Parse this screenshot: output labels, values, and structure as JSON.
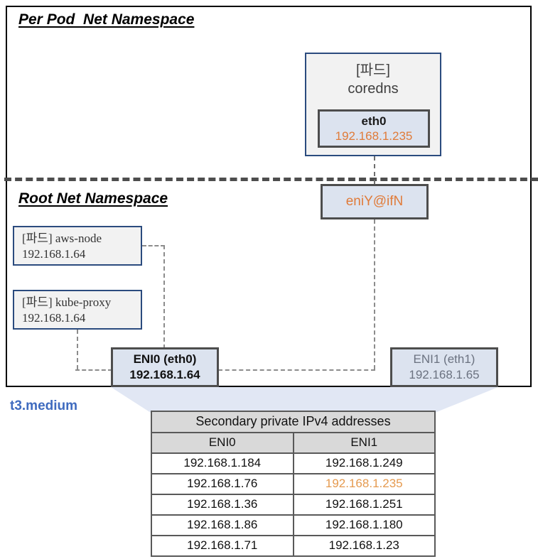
{
  "diagram": {
    "namespaces": {
      "pod": {
        "title": "Per Pod  Net Namespace"
      },
      "root": {
        "title": "Root Net Namespace"
      }
    },
    "pod": {
      "label_bracket": "[파드]",
      "name": "coredns",
      "interface": {
        "name": "eth0",
        "ip": "192.168.1.235"
      }
    },
    "veth": {
      "label": "eniY@ifN"
    },
    "host_pods": [
      {
        "name": "[파드] aws-node",
        "ip": "192.168.1.64"
      },
      {
        "name": "[파드] kube-proxy",
        "ip": "192.168.1.64"
      }
    ],
    "enis": [
      {
        "name": "ENI0 (eth0)",
        "ip": "192.168.1.64"
      },
      {
        "name": "ENI1 (eth1)",
        "ip": "192.168.1.65"
      }
    ],
    "instance_type": "t3.medium",
    "colors": {
      "accent_orange": "#e07b39",
      "accent_blue": "#3f6bbf",
      "box_border_blue": "#2b4b7e",
      "box_border_gray": "#4d4d4d",
      "pod_fill": "#f2f2f2",
      "eni_fill": "#dce3ef",
      "table_header_fill": "#d9d9d9"
    }
  },
  "table": {
    "title": "Secondary private IPv4 addresses",
    "columns": [
      "ENI0",
      "ENI1"
    ],
    "rows": [
      {
        "eni0": "192.168.1.184",
        "eni1": "192.168.1.249",
        "eni1_highlight": false
      },
      {
        "eni0": "192.168.1.76",
        "eni1": "192.168.1.235",
        "eni1_highlight": true
      },
      {
        "eni0": "192.168.1.36",
        "eni1": "192.168.1.251",
        "eni1_highlight": false
      },
      {
        "eni0": "192.168.1.86",
        "eni1": "192.168.1.180",
        "eni1_highlight": false
      },
      {
        "eni0": "192.168.1.71",
        "eni1": "192.168.1.23",
        "eni1_highlight": false
      }
    ]
  }
}
